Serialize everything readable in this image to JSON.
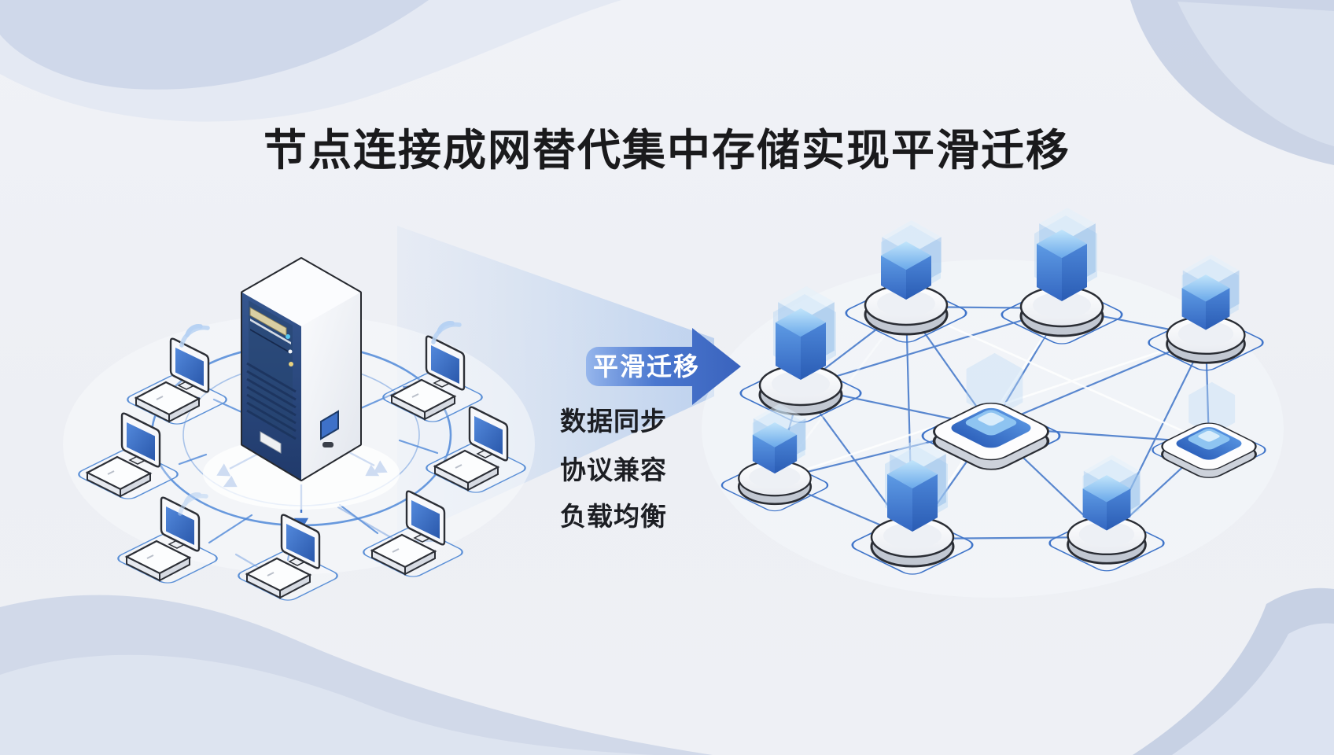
{
  "title": "节点连接成网替代集中存储实现平滑迁移",
  "migration": {
    "arrow_label": "平滑迁移"
  },
  "features": {
    "items": [
      "数据同步",
      "协议兼容",
      "负载均衡"
    ]
  },
  "diagram": {
    "left_cluster": {
      "kind": "centralized-server-with-clients",
      "client_count": 7
    },
    "right_mesh": {
      "kind": "distributed-node-mesh",
      "node_count": 9
    }
  },
  "colors": {
    "background": "#eef0f5",
    "accent_blue": "#3f74c9",
    "arrow_blue": "#3e6ac2",
    "cube_blue": "#3b78d2",
    "title_text": "#1a1a1c",
    "corner_wave": "#c9d3e6"
  }
}
